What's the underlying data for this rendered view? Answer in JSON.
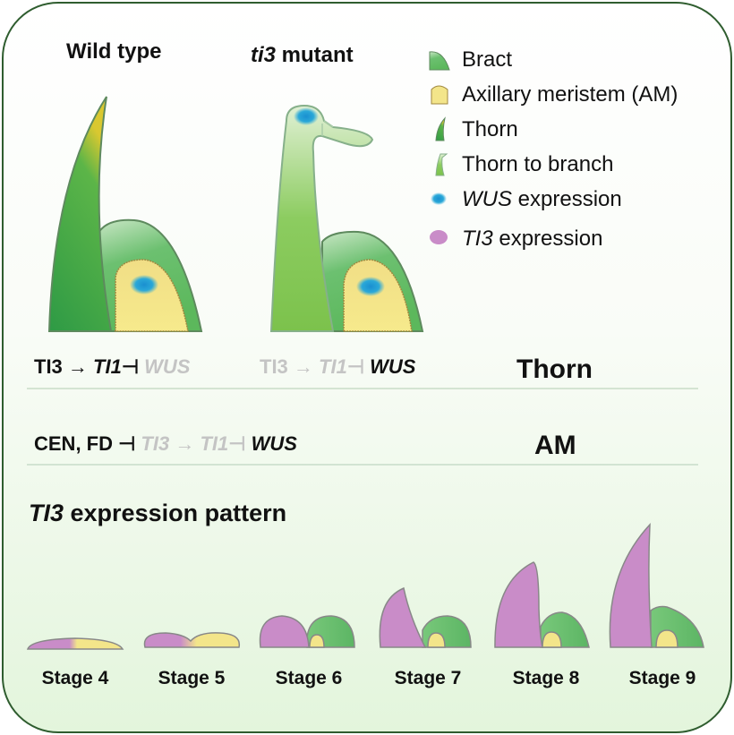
{
  "headers": {
    "wild_type": "Wild type",
    "mutant_italic": "ti3",
    "mutant_rest": " mutant"
  },
  "legend": [
    {
      "label": "Bract",
      "icon": "bract-icon"
    },
    {
      "label": "Axillary meristem (AM)",
      "icon": "am-icon"
    },
    {
      "label": "Thorn",
      "icon": "thorn-icon"
    },
    {
      "label": "Thorn to branch",
      "icon": "thorn-to-branch-icon"
    },
    {
      "label_italic": "WUS",
      "label_rest": " expression",
      "icon": "wus-dot-icon"
    },
    {
      "label_italic": "TI3",
      "label_rest": " expression",
      "icon": "ti3-dot-icon"
    }
  ],
  "pathways": {
    "row1_wt": {
      "a": "TI3",
      "arrow": "→",
      "b": "TI1",
      "bar": "⊣",
      "c": "WUS"
    },
    "row1_mut": {
      "a": "TI3",
      "arrow": "→",
      "b": "TI1",
      "bar": "⊣",
      "c": "WUS"
    },
    "row1_label": "Thorn",
    "row2": {
      "a": "CEN, FD",
      "bar1": "⊣",
      "b": "TI3",
      "arrow": "→",
      "c": "TI1",
      "bar2": "⊣",
      "d": "WUS"
    },
    "row2_label": "AM"
  },
  "expression": {
    "title_italic": "TI3",
    "title_rest": " expression pattern",
    "stages": [
      "Stage 4",
      "Stage 5",
      "Stage 6",
      "Stage 7",
      "Stage 8",
      "Stage 9"
    ]
  },
  "colors": {
    "bract": "#5cb85c",
    "thorn": "#3a9c48",
    "am": "#f3e58a",
    "wus": "#1e9fd4",
    "ti3": "#c98cc8",
    "frame": "#2f5d2f"
  }
}
